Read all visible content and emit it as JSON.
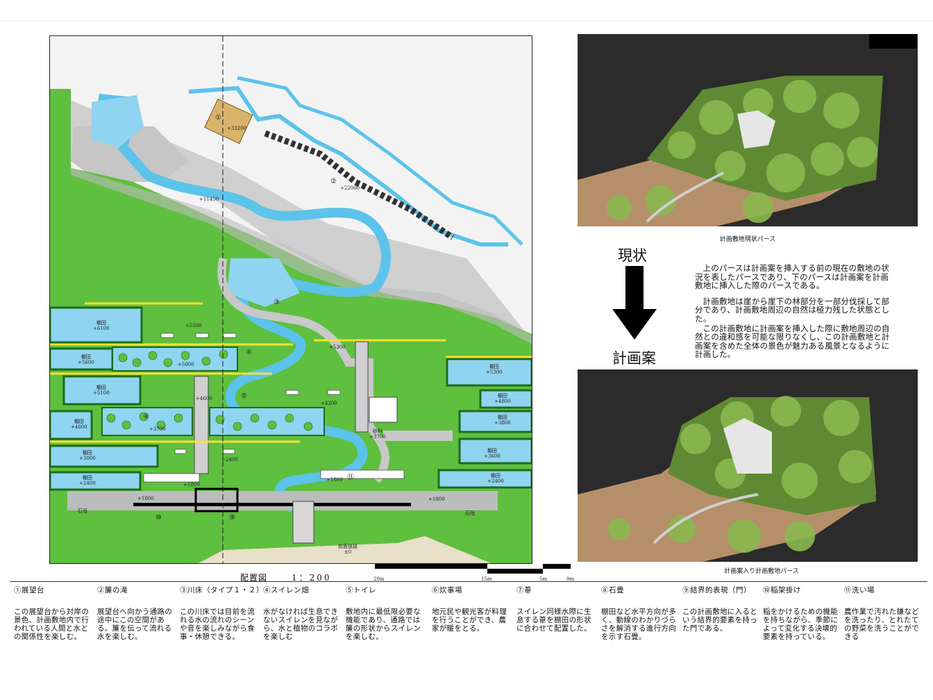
{
  "plan": {
    "title": "配置図",
    "scale": "1：200",
    "site_labels": [
      {
        "id": "tanada-6100",
        "text": "棚田\n+6100"
      },
      {
        "id": "tanada-5600",
        "text": "棚田\n+5600"
      },
      {
        "id": "tanada-5100",
        "text": "棚田\n+5100"
      },
      {
        "id": "tanada-4600",
        "text": "棚田\n+4600"
      },
      {
        "id": "tanada-3000",
        "text": "棚田\n+3000"
      },
      {
        "id": "tanada-2400-l",
        "text": "棚田\n+2400"
      },
      {
        "id": "tanada-5300",
        "text": "棚田\n+5300"
      },
      {
        "id": "tanada-4800",
        "text": "棚田\n+4800"
      },
      {
        "id": "tanada-3800",
        "text": "棚田\n+3800"
      },
      {
        "id": "tanada-3600",
        "text": "棚田\n+3600"
      },
      {
        "id": "tanada-2400-r",
        "text": "棚田\n+2400"
      },
      {
        "id": "jari",
        "text": "砂利\n+3700"
      },
      {
        "id": "road",
        "text": "前面道路\n±0"
      },
      {
        "id": "lvl-33200",
        "text": "+33200"
      },
      {
        "id": "lvl-22000",
        "text": "+22000"
      },
      {
        "id": "lvl-11450",
        "text": "+11450"
      },
      {
        "id": "lvl-5500",
        "text": "+5500"
      },
      {
        "id": "lvl-5000",
        "text": "+5000"
      },
      {
        "id": "lvl-5300",
        "text": "+5300"
      },
      {
        "id": "lvl-4600",
        "text": "+4600"
      },
      {
        "id": "lvl-4200",
        "text": "+4200"
      },
      {
        "id": "lvl-3700",
        "text": "+3700"
      },
      {
        "id": "lvl-2400",
        "text": "+2400"
      },
      {
        "id": "lvl-1800-a",
        "text": "+1800"
      },
      {
        "id": "lvl-1800-b",
        "text": "+1800"
      },
      {
        "id": "lvl-1800-c",
        "text": "+1800"
      },
      {
        "id": "lvl-1800-d",
        "text": "+1800"
      },
      {
        "id": "ishigaki-l",
        "text": "石垣"
      },
      {
        "id": "ishigaki-r",
        "text": "石垣"
      }
    ],
    "markers": [
      "①",
      "②",
      "③",
      "④",
      "④",
      "⑤",
      "⑨",
      "⑩",
      "⑪"
    ],
    "scale_ticks": [
      "20m",
      "15m",
      "5m",
      "0m"
    ]
  },
  "render_top": {
    "caption": "計画敷地現状パース"
  },
  "render_bottom": {
    "caption": "計画案入り計画敷地パース"
  },
  "state_before": "現状",
  "state_after": "計画案",
  "description": [
    "上のパースは計画案を挿入する前の現在の敷地の状況を表したパースであり、下のパースは計画案を計画敷地に挿入した際のパースである。",
    "計画敷地は崖から崖下の林部分を一部分伐採して部分であり、計画敷地周辺の自然は極力残した状態とした。",
    "この計画敷地に計画案を挿入した際に敷地周辺の自然との違和感を可能な限りなくし、この計画敷地と計画案を含めた全体の景色が魅力ある風景となるように計画した。"
  ],
  "legend": [
    {
      "head": "①展望台",
      "body": "この展望台から対岸の景色、計画敷地内で行われている人間と水との関係性を楽しむ。"
    },
    {
      "head": "②簾の滝",
      "body": "展望台へ向かう通路の途中にこの空間がある。簾を伝って流れる水を楽しむ。"
    },
    {
      "head": "③川床（タイプ１・２）",
      "body": "この川床では目前を流れる水の流れのシーンや音を楽しみながら食事・休憩できる。"
    },
    {
      "head": "④スイレン畑",
      "body": "水がなければ生息できないスイレンを見ながら、水と植物のコラボを楽しむ"
    },
    {
      "head": "⑤トイレ",
      "body": "敷地内に最低限必要な機能であり、通路では簾の形状からスイレンを楽しむ。"
    },
    {
      "head": "⑥炊事場",
      "body": "地元民や観光客が料理を行うことができ、農家が暖をとる。"
    },
    {
      "head": "⑦葦",
      "body": "スイレン同様水際に生息する葦を棚田の形状に合わせて配置した。"
    },
    {
      "head": "⑧石畳",
      "body": "棚田など水平方向が多く、動線のわかりづらさを解消する進行方向を示す石畳。"
    },
    {
      "head": "⑨結界的表現（門）",
      "body": "この計画敷地に入るという結界的要素を持った門である。"
    },
    {
      "head": "⑩稲架掛け",
      "body": "稲をかけるための機能を持ちながら、季節によって変化する決壊的要素を持っている。"
    },
    {
      "head": "⑪洗い場",
      "body": "農作業で汚れた鎌などを洗ったり、とれたての野菜を洗うことができる"
    }
  ],
  "colors": {
    "grass": "#5fbf3f",
    "water": "#8fd4f0",
    "river": "#5cc3ea",
    "path": "#c8c8c8",
    "cliff": "#f2f2f2",
    "road": "#e8e0c8",
    "render_bg": "#2b2b2b"
  }
}
